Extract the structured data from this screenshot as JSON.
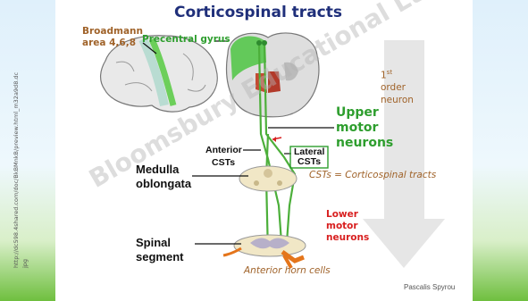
{
  "slide": {
    "title": "Corticospinal tracts",
    "broadmann_line1": "Broadmann",
    "broadmann_line2": "area 4,6,8",
    "precentral": "Precentral gyrus",
    "first_order_sup": "st",
    "first_order_num": "1",
    "first_order_line2": "order",
    "first_order_line3": "neuron",
    "upper_line1": "Upper",
    "upper_line2": "motor",
    "upper_line3": "neurons",
    "anterior_line1": "Anterior",
    "anterior_line2": "CSTs",
    "lateral_line1": "Lateral",
    "lateral_line2": "CSTs",
    "medulla_line1": "Medulla",
    "medulla_line2": "oblongata",
    "cst_note": "CSTs = Corticospinal tracts",
    "lower_line1": "Lower",
    "lower_line2": "motor",
    "lower_line3": "neurons",
    "spinal_line1": "Spinal",
    "spinal_line2": "segment",
    "anterior_horn": "Anterior horn cells",
    "author": "Pascalis Spyrou",
    "watermark": "Bloomsbury Educational Ltd",
    "side_url": "http://dc598.4shared.com/doc/BkBMnkB/preview.html_m32a9d8.dc",
    "side_ext": "jpg"
  },
  "colors": {
    "title": "#1f2f7a",
    "label_green": "#2e9e2e",
    "label_brown": "#a0632a",
    "label_red": "#d81f1f",
    "tract_green": "#4caf3a"
  }
}
